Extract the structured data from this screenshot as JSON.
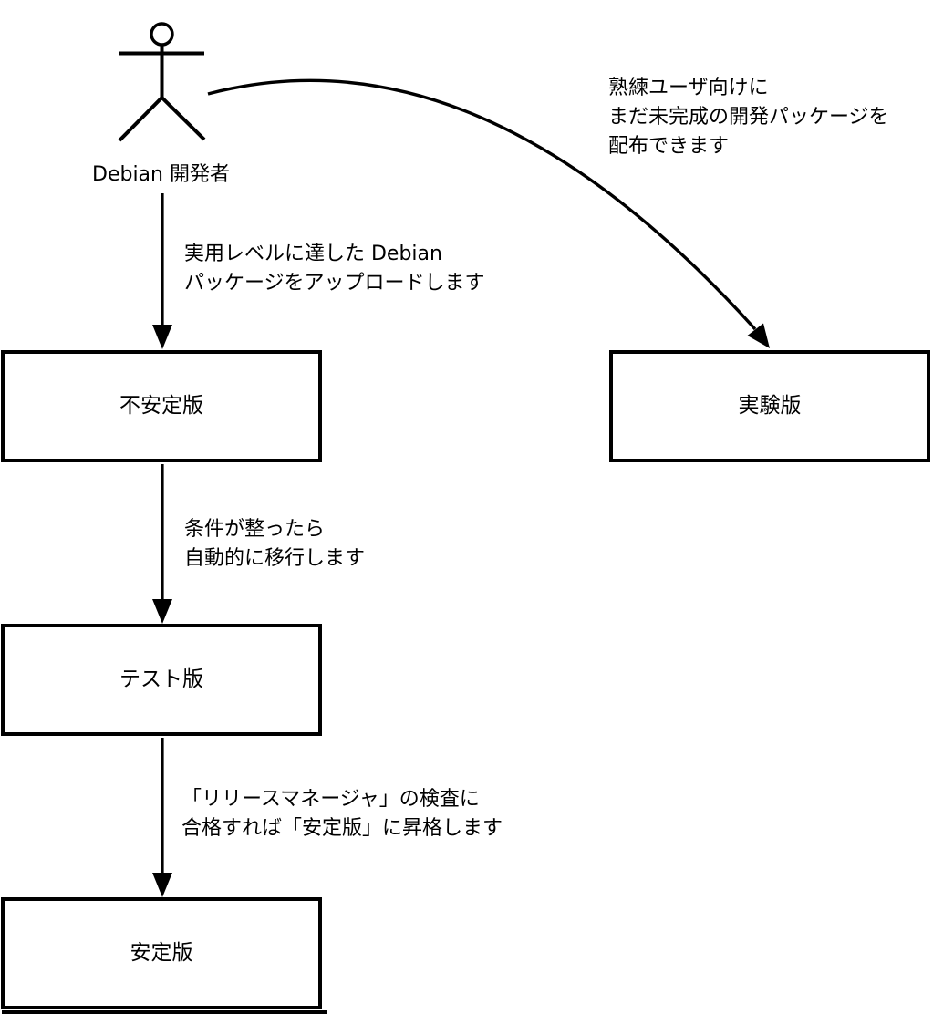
{
  "diagram": {
    "actor_label": "Debian 開発者",
    "nodes": [
      {
        "id": "unstable",
        "label": "不安定版"
      },
      {
        "id": "experimental",
        "label": "実験版"
      },
      {
        "id": "testing",
        "label": "テスト版"
      },
      {
        "id": "stable",
        "label": "安定版"
      }
    ],
    "edges": [
      {
        "from": "developer",
        "to": "unstable",
        "label_lines": [
          "実用レベルに達した Debian",
          "パッケージをアップロードします"
        ]
      },
      {
        "from": "developer",
        "to": "experimental",
        "label_lines": [
          "熟練ユーザ向けに",
          "まだ未完成の開発パッケージを",
          "配布できます"
        ]
      },
      {
        "from": "unstable",
        "to": "testing",
        "label_lines": [
          "条件が整ったら",
          "自動的に移行します"
        ]
      },
      {
        "from": "testing",
        "to": "stable",
        "label_lines": [
          "「リリースマネージャ」の検査に",
          "合格すれば「安定版」に昇格します"
        ]
      }
    ],
    "colors": {
      "line": "#000000",
      "background": "#ffffff",
      "box_fill": "#ffffff",
      "text": "#000000"
    }
  }
}
